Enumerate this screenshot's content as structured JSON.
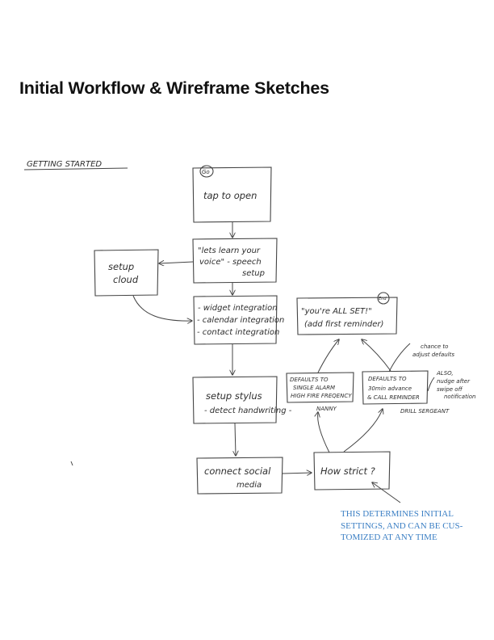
{
  "page": {
    "title": "Initial Workflow & Wireframe Sketches"
  },
  "sketch": {
    "section_label": "GETTING STARTED",
    "start_marker": "Go",
    "end_marker": "End",
    "nodes": {
      "tap_to_open": "tap to open",
      "voice_setup": [
        "\"lets learn your",
        "voice\" - speech",
        "setup"
      ],
      "setup_cloud": [
        "setup",
        "cloud"
      ],
      "integrations": [
        "- widget integration",
        "- calendar integration",
        "- contact integration"
      ],
      "setup_stylus": [
        "setup stylus",
        "- detect handwriting -"
      ],
      "connect_social": [
        "connect social",
        "media"
      ],
      "how_strict": "How strict ?",
      "nanny_defaults": [
        "DEFAULTS TO",
        "SINGLE ALARM",
        "HIGH FIRE FREQENCY"
      ],
      "drill_defaults": [
        "DEFAULTS TO",
        "30min advance",
        "& CALL REMINDER"
      ],
      "all_set": [
        "\"you're ALL SET!\"",
        "(add first reminder)"
      ]
    },
    "labels": {
      "nanny": "NANNY",
      "drill": "DRILL SERGEANT",
      "chance_to_adjust": [
        "chance to",
        "adjust defaults"
      ],
      "also_nudge": [
        "ALSO,",
        "nudge after",
        "swipe off",
        "notification"
      ]
    }
  },
  "annotation": {
    "lines": [
      "THIS DETERMINES INITIAL",
      "SETTINGS, AND CAN BE CUS-",
      "TOMIZED AT ANY TIME"
    ],
    "color": "#3b7fc4"
  }
}
